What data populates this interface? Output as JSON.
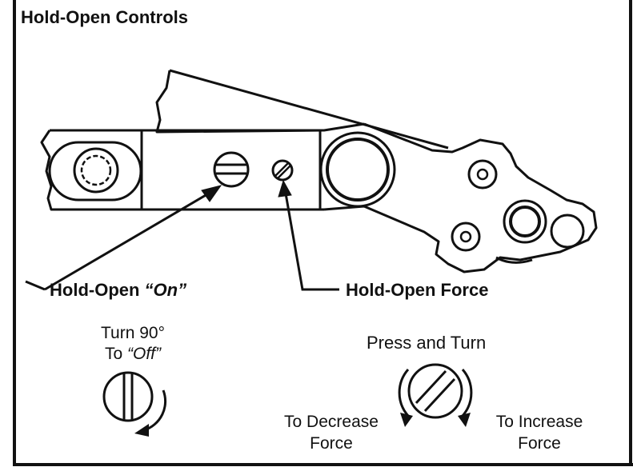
{
  "title": "Hold-Open Controls",
  "callouts": {
    "hold_open_on": {
      "prefix": "Hold-Open ",
      "emphasis": "“On”"
    },
    "hold_open_force": "Hold-Open Force"
  },
  "left_instruction": {
    "line1": "Turn 90°",
    "line2_prefix": "To ",
    "line2_emphasis": "“Off”"
  },
  "right_instruction": {
    "title": "Press and Turn",
    "decrease_line1": "To Decrease",
    "decrease_line2": "Force",
    "increase_line1": "To Increase",
    "increase_line2": "Force"
  },
  "colors": {
    "ink": "#111111",
    "paper": "#ffffff"
  }
}
